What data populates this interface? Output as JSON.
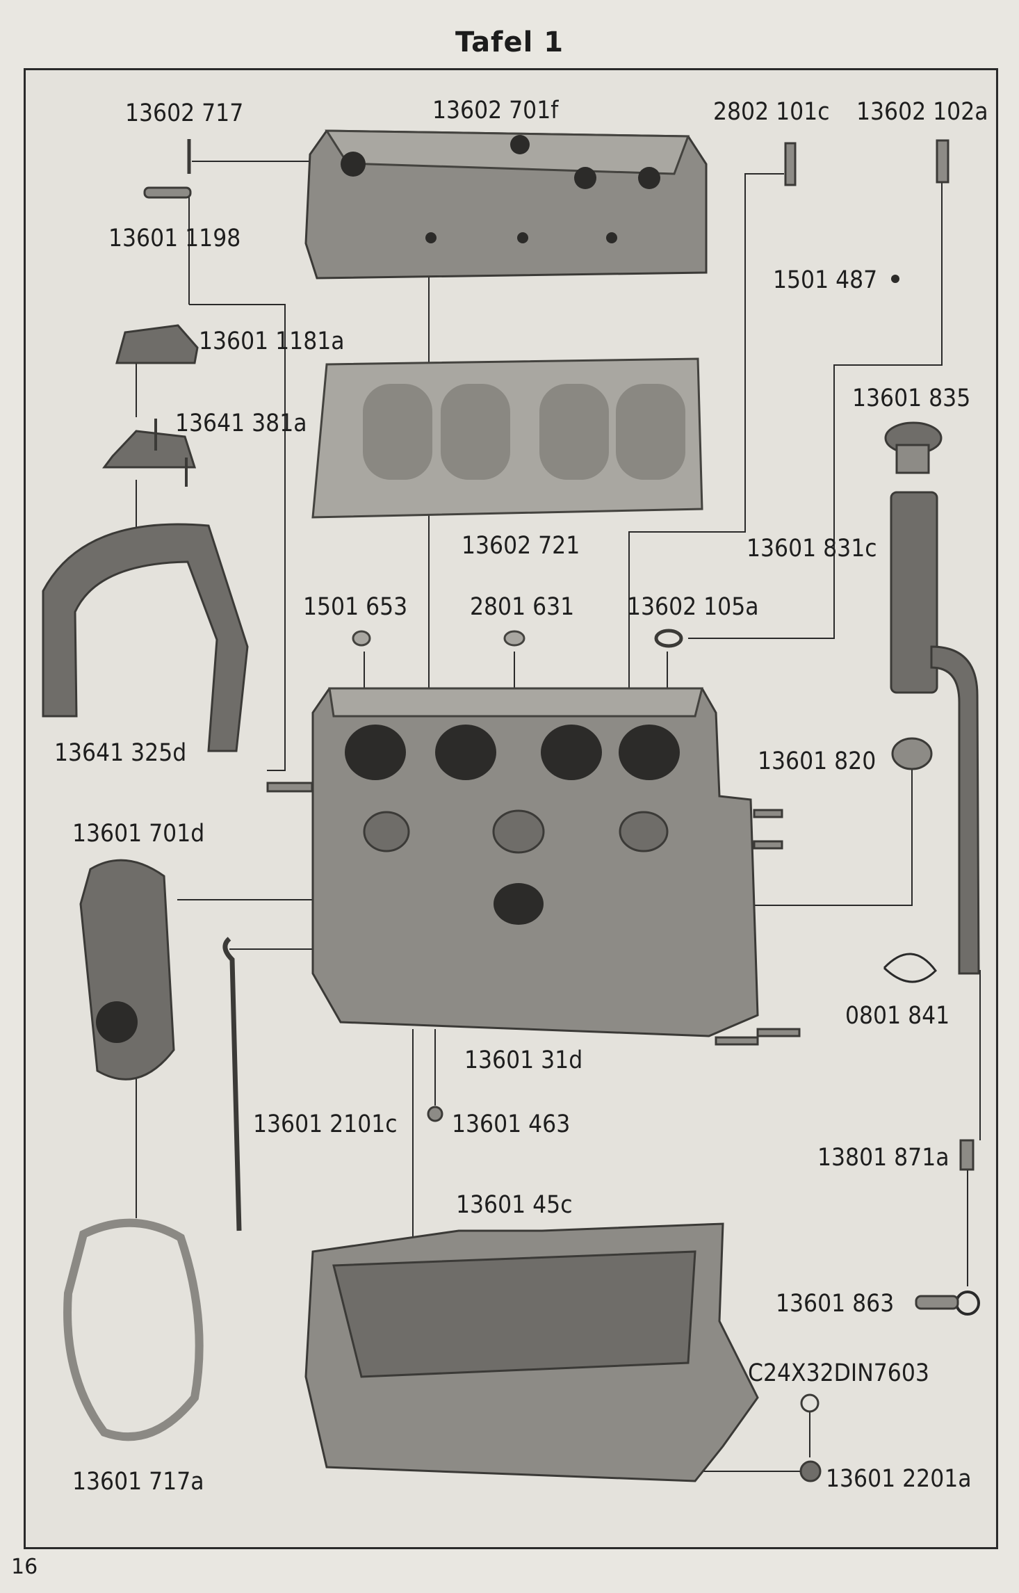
{
  "title": "Tafel 1",
  "page_number": "16",
  "labels": [
    {
      "id": "hd-bolt",
      "text": "13602 717"
    },
    {
      "id": "head",
      "text": "13602 701f"
    },
    {
      "id": "pin-101c",
      "text": "2802 101c"
    },
    {
      "id": "pin-102a",
      "text": "13602 102a"
    },
    {
      "id": "stud",
      "text": "13601 1198"
    },
    {
      "id": "nut-487",
      "text": "1501 487"
    },
    {
      "id": "mount-upper",
      "text": "13601 1181a"
    },
    {
      "id": "mount-lower",
      "text": "13641 381a"
    },
    {
      "id": "filler-cap",
      "text": "13601 835"
    },
    {
      "id": "gasket-head",
      "text": "13602 721"
    },
    {
      "id": "filler-tube",
      "text": "13601 831c"
    },
    {
      "id": "plug-653",
      "text": "1501 653"
    },
    {
      "id": "plug-631",
      "text": "2801 631"
    },
    {
      "id": "ring-105a",
      "text": "13602 105a"
    },
    {
      "id": "bracket",
      "text": "13641 325d"
    },
    {
      "id": "cup-820",
      "text": "13601 820"
    },
    {
      "id": "cover-front",
      "text": "13601 701d"
    },
    {
      "id": "clip-841",
      "text": "0801 841"
    },
    {
      "id": "block",
      "text": "13601 31d"
    },
    {
      "id": "dipstick",
      "text": "13601 2101c"
    },
    {
      "id": "plug-463",
      "text": "13601 463"
    },
    {
      "id": "sleeve-871a",
      "text": "13801 871a"
    },
    {
      "id": "oil-pan",
      "text": "13601 45c"
    },
    {
      "id": "clamp-863",
      "text": "13601 863"
    },
    {
      "id": "washer-din",
      "text": "C24X32DIN7603"
    },
    {
      "id": "gasket-front",
      "text": "13601 717a"
    },
    {
      "id": "drain-plug",
      "text": "13601 2201a"
    }
  ]
}
